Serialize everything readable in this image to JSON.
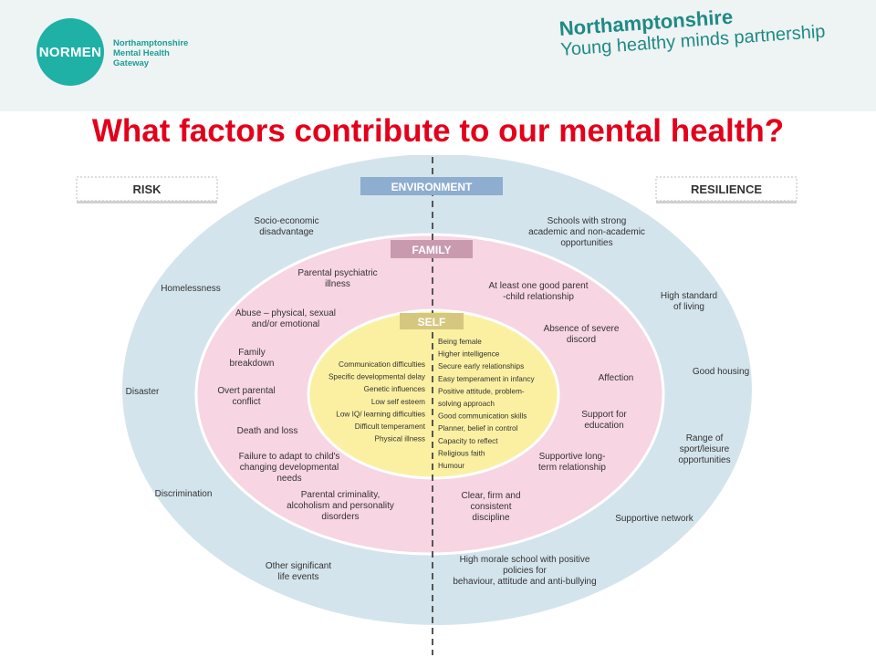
{
  "header": {
    "normen_logo_text": "NORMEN",
    "gateway_lines": [
      "Northamptonshire",
      "Mental Health",
      "Gateway"
    ],
    "partner_line1": "Northamptonshire",
    "partner_line2": "Young healthy minds partnership"
  },
  "title": "What factors contribute to our mental health?",
  "colors": {
    "title": "#e3001b",
    "environment_fill": "#d4e4ec",
    "family_fill": "#f7d5e2",
    "self_fill": "#fbf0a2",
    "label_box": "#8eaed0"
  },
  "labels": {
    "risk": "RISK",
    "resilience": "RESILIENCE",
    "environment": "ENVIRONMENT",
    "family": "FAMILY",
    "self": "SELF"
  },
  "environment": {
    "risk": [
      [
        "Socio-economic",
        "disadvantage"
      ],
      [
        "Homelessness"
      ],
      [
        "Disaster"
      ],
      [
        "Discrimination"
      ],
      [
        "Other significant",
        "life events"
      ]
    ],
    "resilience": [
      [
        "Schools with strong",
        "academic and non-academic",
        "opportunities"
      ],
      [
        "High standard",
        "of living"
      ],
      [
        "Good housing"
      ],
      [
        "Range of",
        "sport/leisure",
        "opportunities"
      ],
      [
        "Supportive network"
      ],
      [
        "High morale school with positive",
        "policies for",
        "behaviour, attitude and anti-bullying"
      ]
    ]
  },
  "family": {
    "risk": [
      [
        "Parental psychiatric",
        "illness"
      ],
      [
        "Abuse – physical, sexual",
        "and/or emotional"
      ],
      [
        "Family",
        "breakdown"
      ],
      [
        "Overt parental",
        "conflict"
      ],
      [
        "Death and loss"
      ],
      [
        "Failure to adapt to child's",
        "changing developmental",
        "needs"
      ],
      [
        "Parental criminality,",
        "alcoholism  and personality",
        "disorders"
      ]
    ],
    "resilience": [
      [
        "At least one good parent",
        "-child relationship"
      ],
      [
        "Absence of severe",
        "discord"
      ],
      [
        "Affection"
      ],
      [
        "Support for",
        "education"
      ],
      [
        "Supportive long-",
        "term relationship"
      ],
      [
        "Clear, firm and",
        "consistent",
        "discipline"
      ]
    ]
  },
  "self": {
    "risk": [
      "Communication difficulties",
      "Specific developmental delay",
      "Genetic influences",
      "Low self esteem",
      "Low IQ/ learning difficulties",
      "Difficult temperament",
      "Physical illness"
    ],
    "resilience": [
      "Being female",
      "Higher intelligence",
      "Secure early relationships",
      "Easy temperament in infancy",
      "Positive attitude, problem-",
      "solving approach",
      "Good communication skills",
      "Planner, belief in control",
      "Capacity to reflect",
      "Religious faith",
      "Humour"
    ]
  }
}
